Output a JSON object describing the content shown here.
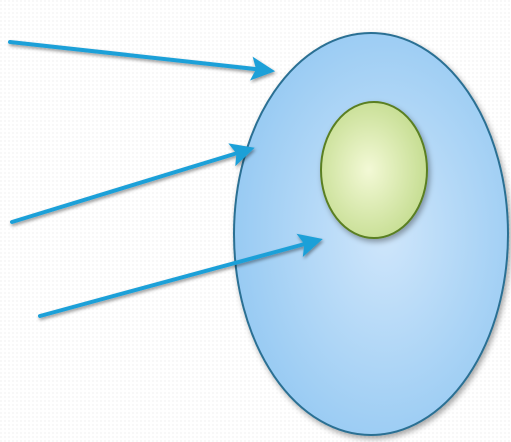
{
  "diagram": {
    "shapes": [
      {
        "name": "outer-cell",
        "kind": "ellipse",
        "fill_inner": "#cfe6fb",
        "fill_outer": "#93c8f2",
        "stroke": "#2c6f93"
      },
      {
        "name": "nucleus",
        "kind": "ellipse",
        "fill_inner": "#f3f9d6",
        "fill_outer": "#c2db8c",
        "stroke": "#5a7f22"
      }
    ],
    "arrows": [
      {
        "name": "arrow-top",
        "color": "#1fa0d8",
        "target": "outer-cell"
      },
      {
        "name": "arrow-middle",
        "color": "#1fa0d8",
        "target": "outer-cell"
      },
      {
        "name": "arrow-bottom",
        "color": "#1fa0d8",
        "target": "outer-cell"
      }
    ]
  }
}
